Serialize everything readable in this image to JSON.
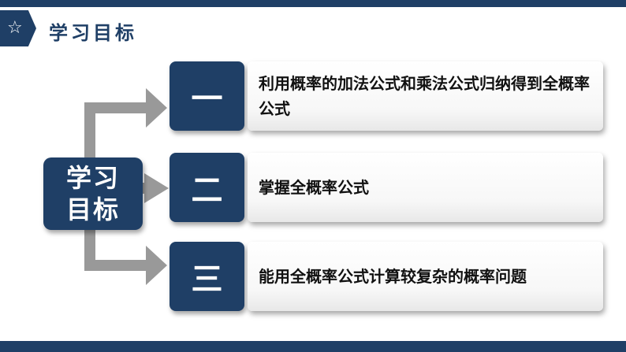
{
  "header": {
    "star_icon": "☆",
    "title": "学习目标"
  },
  "main_label": {
    "line1": "学习",
    "line2": "目标"
  },
  "objectives": [
    {
      "number": "一",
      "text": "利用概率的加法公式和乘法公式归纳得到全概率公式"
    },
    {
      "number": "二",
      "text": "掌握全概率公式"
    },
    {
      "number": "三",
      "text": "能用全概率公式计算较复杂的概率问题"
    }
  ],
  "colors": {
    "primary": "#1f3f66",
    "connector": "#999999",
    "card_text": "#111111"
  }
}
